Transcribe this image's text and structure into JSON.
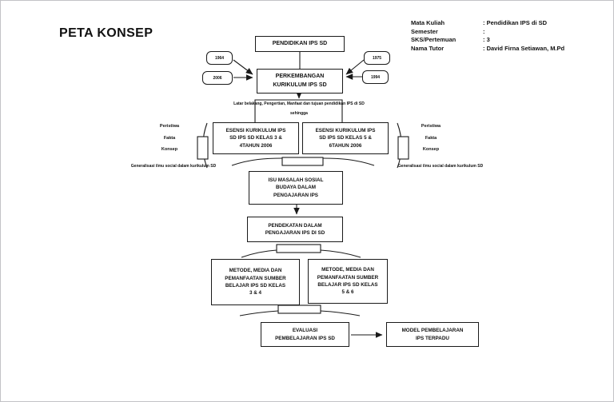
{
  "title": "PETA KONSEP",
  "meta": {
    "rows": [
      {
        "label": "Mata Kuliah",
        "value": ": Pendidikan IPS di SD"
      },
      {
        "label": "Semester",
        "value": ":"
      },
      {
        "label": "SKS/Pertemuan",
        "value": ": 3"
      },
      {
        "label": "Nama Tutor",
        "value": ": David Firna Setiawan, M.Pd"
      }
    ]
  },
  "diagram": {
    "nodes": {
      "pendidikan": "PENDIDIKAN IPS SD",
      "perkembangan": "PERKEMBANGAN\nKURIKULUM IPS SD",
      "year_left_top": "1964",
      "year_left_bottom": "2006",
      "year_right_top": "1975",
      "year_right_bottom": "1994",
      "bridge_line1": "Latar belakang, Pengertian, Manfaat dan tujuan pendidikan IPS di SD",
      "bridge_line2": "sehingga",
      "esensi_kelas34": "ESENSI KURIKULUM IPS\nSD IPS SD KELAS 3 &\n4TAHUN 2006",
      "esensi_kelas56": "ESENSI KURIKULUM IPS\nSD IPS SD KELAS 5 &\n6TAHUN 2006",
      "isu": "ISU MASALAH SOSIAL\nBUDAYA DALAM\nPENGAJARAN IPS",
      "pendekatan": "PENDEKATAN DALAM\nPENGAJARAN IPS DI SD",
      "metode_kelas34": "METODE, MEDIA DAN\nPEMANFAATAN SUMBER\nBELAJAR IPS SD KELAS\n3 & 4",
      "metode_kelas56": "METODE, MEDIA DAN\nPEMANFAATAN SUMBER\nBELAJAR IPS SD KELAS\n5 & 6",
      "evaluasi": "EVALUASI\nPEMBELAJARAN IPS SD",
      "model": "MODEL PEMBELAJARAN\nIPS TERPADU"
    },
    "side_left": {
      "items": [
        "Peristiwa",
        "Fakta",
        "Konsep"
      ],
      "footer": "Generalisasi ilmu social dalam kurikulum SD"
    },
    "side_right": {
      "items": [
        "Peristiwa",
        "Fakta",
        "Konsep"
      ],
      "footer": "Generalisasi ilmu social dalam kurikulum SD"
    },
    "colors": {
      "line": "#1a1a1a",
      "box_border": "#1a1a1a",
      "box_fill": "#ffffff"
    }
  }
}
